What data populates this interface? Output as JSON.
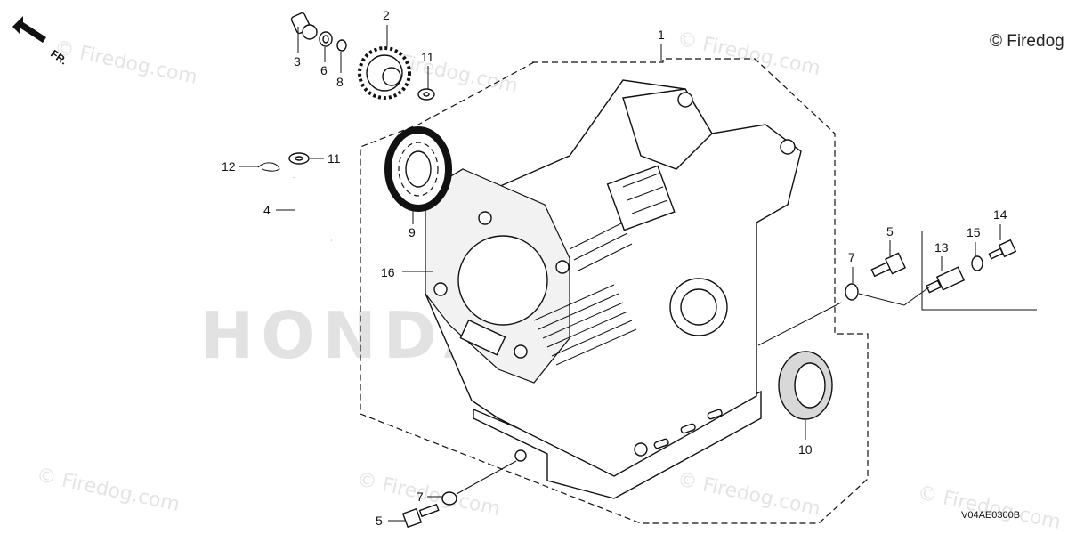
{
  "copyright": "© Firedog",
  "watermark": "© Firedog.com",
  "brand_watermark": "HONDA",
  "direction_label": "FR.",
  "diagram_code": "V04AE0300B",
  "callouts": {
    "c1": "1",
    "c2": "2",
    "c3": "3",
    "c4": "4",
    "c5a": "5",
    "c5b": "5",
    "c6": "6",
    "c7a": "7",
    "c7b": "7",
    "c8": "8",
    "c9": "9",
    "c10": "10",
    "c11a": "11",
    "c11b": "11",
    "c12": "12",
    "c13": "13",
    "c14": "14",
    "c15": "15",
    "c16": "16"
  }
}
